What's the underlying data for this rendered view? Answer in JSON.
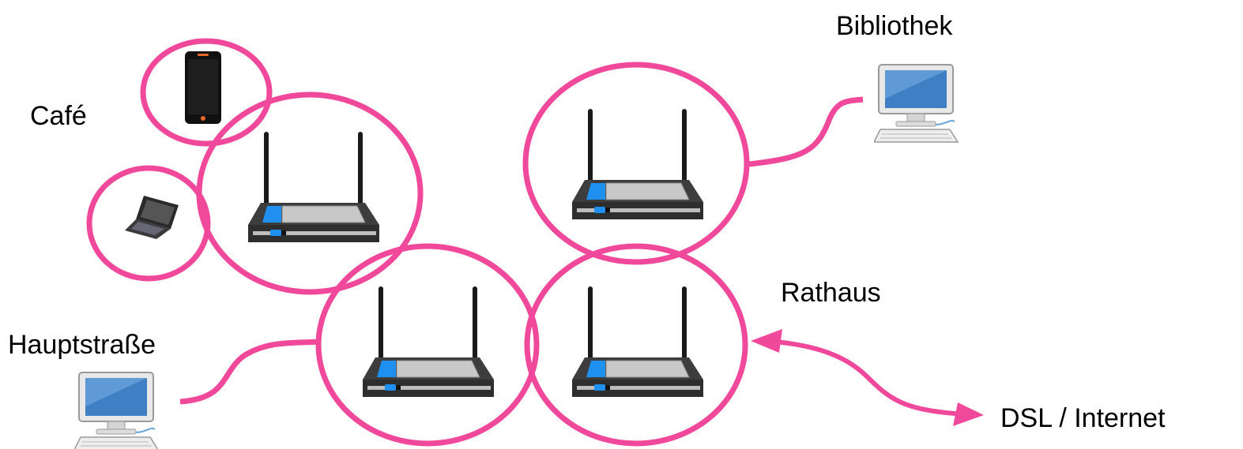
{
  "labels": {
    "cafe": "Café",
    "hauptstrasse": "Hauptstraße",
    "bibliothek": "Bibliothek",
    "rathaus": "Rathaus",
    "dsl": "DSL / Internet"
  },
  "colors": {
    "link": "#f0489a",
    "screen": "#3f7fc4",
    "router_body": "#3d3d3d",
    "router_panel": "#c8c8c8",
    "router_accent": "#1f8ff0"
  },
  "nodes": [
    {
      "id": "router-cafe",
      "kind": "router-icon"
    },
    {
      "id": "router-hauptstrasse",
      "kind": "router-icon"
    },
    {
      "id": "router-rathaus",
      "kind": "router-icon"
    },
    {
      "id": "router-bibliothek",
      "kind": "router-icon"
    },
    {
      "id": "smartphone",
      "kind": "smartphone-icon"
    },
    {
      "id": "laptop",
      "kind": "laptop-icon"
    },
    {
      "id": "pc-hauptstrasse",
      "kind": "desktop-computer-icon"
    },
    {
      "id": "pc-bibliothek",
      "kind": "desktop-computer-icon"
    }
  ]
}
